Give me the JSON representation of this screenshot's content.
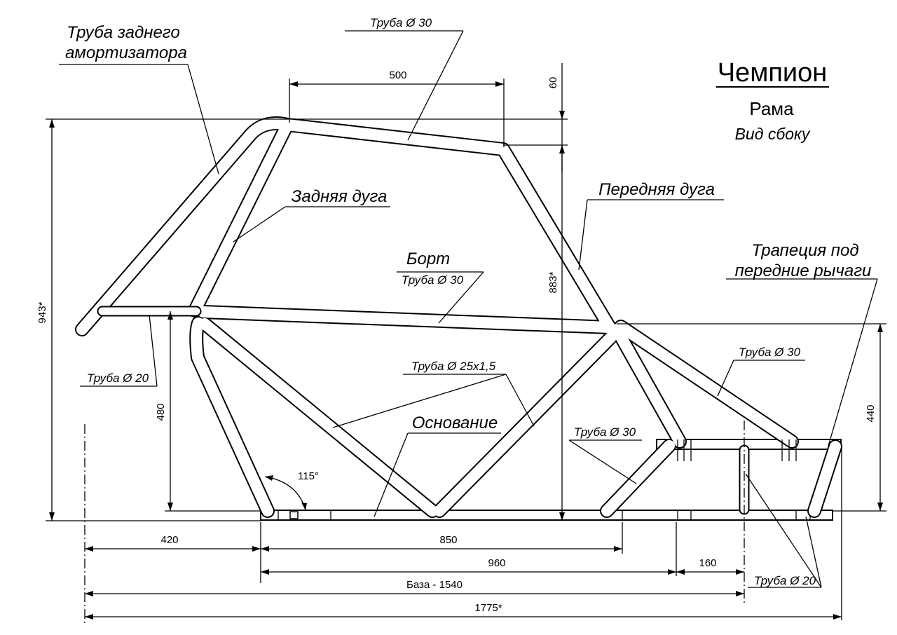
{
  "title": {
    "name": "Чемпион",
    "subtitle": "Рама",
    "view": "Вид сбоку"
  },
  "callouts": {
    "rear_shock_tube_line1": "Труба заднего",
    "rear_shock_tube_line2": "амортизатора",
    "top_tube": "Труба Ø 30",
    "rear_hoop": "Задняя дуга",
    "front_hoop": "Передняя дуга",
    "side_rail": "Борт",
    "side_rail_tube": "Труба Ø 30",
    "a_arm_trapezoid_line1": "Трапеция под",
    "a_arm_trapezoid_line2": "передние рычаги",
    "rear_tube": "Труба Ø 20",
    "diagonal_tube": "Труба Ø 25x1,5",
    "front_brace_tube": "Труба Ø 30",
    "base": "Основание",
    "lower_front_tube": "Труба Ø 30",
    "bottom_tube": "Труба Ø 20"
  },
  "dimensions": {
    "top_width": "500",
    "top_offset": "60",
    "overall_height": "943*",
    "front_hoop_height": "883*",
    "rear_platform_height": "480",
    "front_trapezoid_height": "440",
    "angle": "115°",
    "rear_overhang": "420",
    "base_span": "850",
    "mid_span": "960",
    "front_offset": "160",
    "wheelbase": "База - 1540",
    "overall_length": "1775*"
  }
}
